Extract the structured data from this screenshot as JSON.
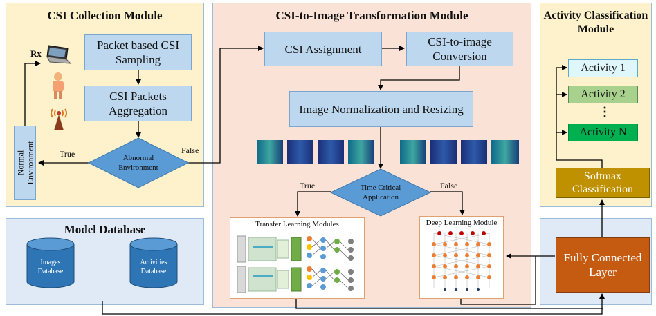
{
  "collection": {
    "title": "CSI Collection Module",
    "rx": "Rx",
    "sampling": "Packet based CSI\nSampling",
    "aggregation": "CSI Packets\nAggregation",
    "decision": "Abnormal\nEnvironment",
    "true_label": "True",
    "false_label": "False",
    "normal_env": "Normal\nEnvironment"
  },
  "transform": {
    "title": "CSI-to-Image Transformation Module",
    "assignment": "CSI Assignment",
    "conversion": "CSI-to-image\nConversion",
    "normalization": "Image Normalization and Resizing",
    "decision": "Time Critical\nApplication",
    "true_label": "True",
    "false_label": "False",
    "transfer": "Transfer Learning Modules",
    "deep": "Deep Learning Module"
  },
  "classification": {
    "title": "Activity Classification\nModule",
    "activities": [
      "Activity 1",
      "Activity 2",
      "⋮",
      "Activity N"
    ],
    "softmax": "Softmax\nClassification",
    "fc": "Fully Connected\nLayer"
  },
  "database": {
    "title": "Model Database",
    "images": "Images\nDatabase",
    "activities": "Activities\nDatabase"
  },
  "colors": {
    "panel_yellow": "#fdf2cc",
    "panel_peach": "#fbe2d6",
    "box_blue": "#bdd7ee",
    "diamond": "#5b9bd5",
    "softmax": "#bf9000",
    "fc": "#c55a11",
    "activity_1": "#dff6fb",
    "activity_2": "#a9d18e",
    "activity_n": "#00b050"
  }
}
